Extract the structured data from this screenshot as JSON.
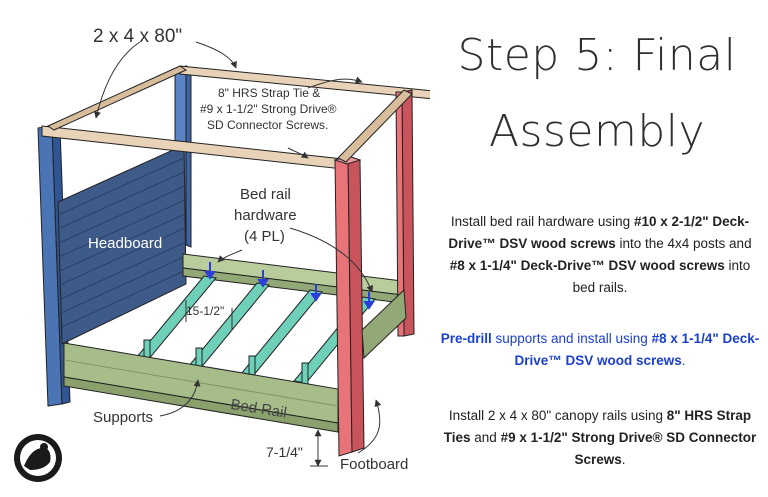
{
  "title": {
    "line1": "Step 5: Final",
    "line2": "Assembly"
  },
  "instructions": {
    "p1": {
      "t1": "Install bed rail hardware using ",
      "b1": "#10 x 2-1/2\" Deck-Drive™ DSV wood screws",
      "t2": " into the 4x4 posts and ",
      "b2": "#8 x 1-1/4\" Deck-Drive™ DSV wood screws",
      "t3": " into bed rails."
    },
    "p2": {
      "b1": "Pre-drill",
      "t1": " supports and install using ",
      "b2": "#8 x 1-1/4\" Deck-Drive™ DSV wood screws",
      "t2": "."
    },
    "p3": {
      "t1": "Install 2 x 4 x 80\" canopy rails using ",
      "b1": "8\" HRS Strap Ties",
      "t2": " and ",
      "b2": "#9 x 1-1/2\" Strong Drive® SD Connector Screws",
      "t3": "."
    }
  },
  "labels": {
    "canopy": "2 x 4 x 80\"",
    "strap_1": "8\" HRS Strap Tie &",
    "strap_2": "#9 x 1-1/2\" Strong Drive®",
    "strap_3": "SD Connector Screws.",
    "rail_hw_1": "Bed rail",
    "rail_hw_2": "hardware",
    "rail_hw_3": "(4 PL)",
    "headboard": "Headboard",
    "spacing": "15-1/2\"",
    "supports": "Supports",
    "bed_rail": "Bed Rail",
    "height": "7-1/4\"",
    "footboard": "Footboard"
  },
  "colors": {
    "post_blue": "#4a74b4",
    "post_red": "#e8747a",
    "headboard": "#3e5a88",
    "rail_green": "#a7bd89",
    "slat_teal": "#6fd0b9",
    "canopy_wood": "#e9d3b8",
    "screw_blue": "#2a3fd8",
    "text_blue": "#1a3fd0"
  },
  "icons": [
    "logo-icon"
  ]
}
